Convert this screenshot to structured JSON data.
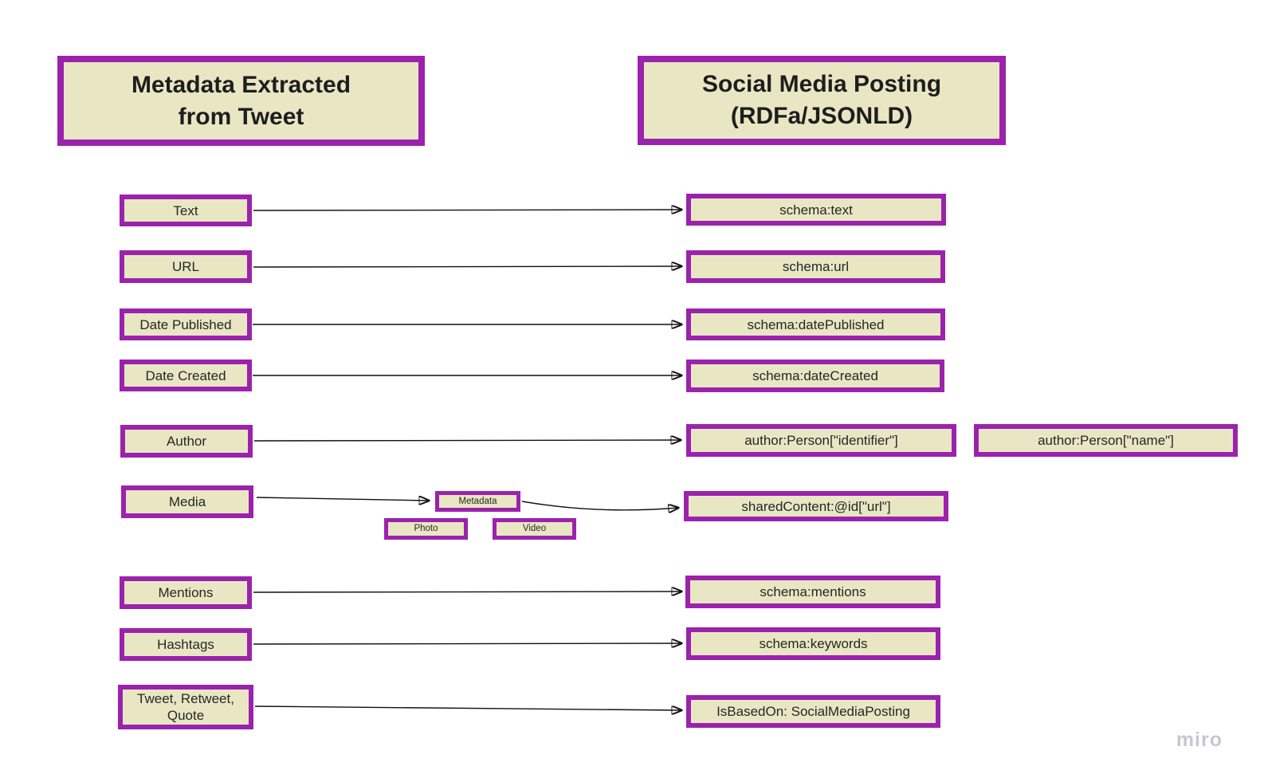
{
  "board": {
    "watermark": "miro",
    "titles": {
      "left": {
        "line1": "Metadata Extracted",
        "line2": "from Tweet"
      },
      "right": {
        "line1": "Social Media Posting",
        "line2": "(RDFa/JSONLD)"
      }
    },
    "left_nodes": [
      {
        "id": "text",
        "label": "Text"
      },
      {
        "id": "url",
        "label": "URL"
      },
      {
        "id": "date-published",
        "label": "Date Published"
      },
      {
        "id": "date-created",
        "label": "Date Created"
      },
      {
        "id": "author",
        "label": "Author"
      },
      {
        "id": "media",
        "label": "Media"
      },
      {
        "id": "mentions",
        "label": "Mentions"
      },
      {
        "id": "hashtags",
        "label": "Hashtags"
      },
      {
        "id": "tweet-retweet-quote",
        "label": "Tweet, Retweet, Quote"
      }
    ],
    "middle_nodes": [
      {
        "id": "metadata",
        "label": "Metadata"
      },
      {
        "id": "photo",
        "label": "Photo"
      },
      {
        "id": "video",
        "label": "Video"
      }
    ],
    "right_nodes": [
      {
        "id": "schema-text",
        "label": "schema:text"
      },
      {
        "id": "schema-url",
        "label": "schema:url"
      },
      {
        "id": "schema-date-published",
        "label": "schema:datePublished"
      },
      {
        "id": "schema-date-created",
        "label": "schema:dateCreated"
      },
      {
        "id": "author-person-identifier",
        "label": "author:Person[\"identifier\"]"
      },
      {
        "id": "author-person-name",
        "label": "author:Person[\"name\"]"
      },
      {
        "id": "shared-content-id-url",
        "label": "sharedContent:@id[\"url\"]"
      },
      {
        "id": "schema-mentions",
        "label": "schema:mentions"
      },
      {
        "id": "schema-keywords",
        "label": "schema:keywords"
      },
      {
        "id": "is-based-on",
        "label": "IsBasedOn: SocialMediaPosting"
      }
    ],
    "colors": {
      "node_border": "#9b22ad",
      "node_fill": "#e9e7c3",
      "connector": "#111111",
      "text": "#262626",
      "watermark": "#c7c7d1"
    }
  }
}
